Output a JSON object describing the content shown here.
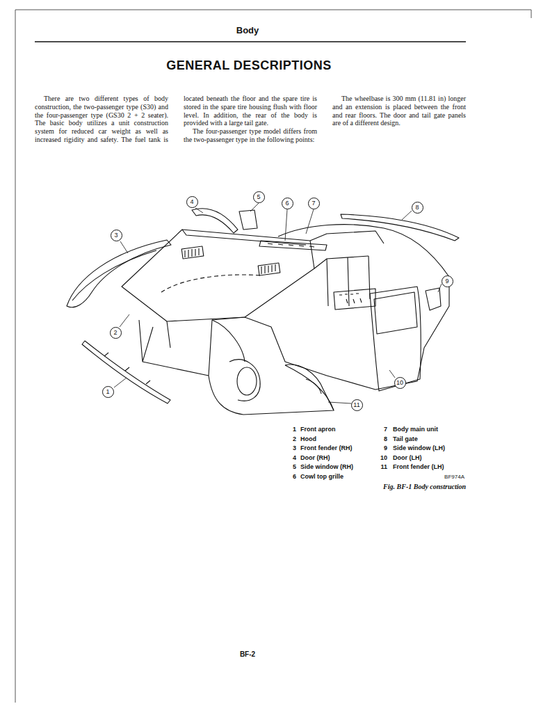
{
  "diagram": {
    "title": "GENERAL DESCRIPTIONS",
    "caption": "Fig. BF-1 Body construction",
    "nodes": [
      {
        "text": [
          "1"
        ]
      },
      {
        "text": [
          "2"
        ]
      },
      {
        "text": [
          "3"
        ]
      },
      {
        "text": [
          "4"
        ]
      },
      {
        "text": [
          "5"
        ]
      },
      {
        "text": [
          "6"
        ]
      },
      {
        "text": [
          "7"
        ]
      },
      {
        "text": [
          "8"
        ]
      },
      {
        "text": [
          "9"
        ]
      },
      {
        "text": [
          "10"
        ]
      },
      {
        "text": [
          "11"
        ]
      }
    ],
    "labels": [
      "Body",
      "There are two different types of body construction, the two-passenger type (S30) and the four-passenger type (GS30 2 + 2 seater). The basic body utilizes a unit construction system for reduced car weight as well as increased rigidity and safety. The fuel tank is located beneath the floor and the spare tire is stored in the spare tire housing flush with floor level. In addition, the rear of the body is provided with a large tail gate.",
      "The four-passenger type model differs from the two-passenger type in the following points:",
      "The wheelbase is 300 mm (11.81 in) longer and an extension is placed between the front and rear floors. The door and tail gate panels are of a different design.",
      "1",
      "Front apron",
      "2",
      "Hood",
      "3",
      "Front fender (RH)",
      "4",
      "Door (RH)",
      "5",
      "Side window (RH)",
      "6",
      "Cowl top grille",
      "7",
      "Body main unit",
      "8",
      "Tail gate",
      "9",
      "Side window (LH)",
      "10",
      "Door (LH)",
      "11",
      "Front fender (LH)",
      "BF974A",
      "BF-2"
    ]
  }
}
